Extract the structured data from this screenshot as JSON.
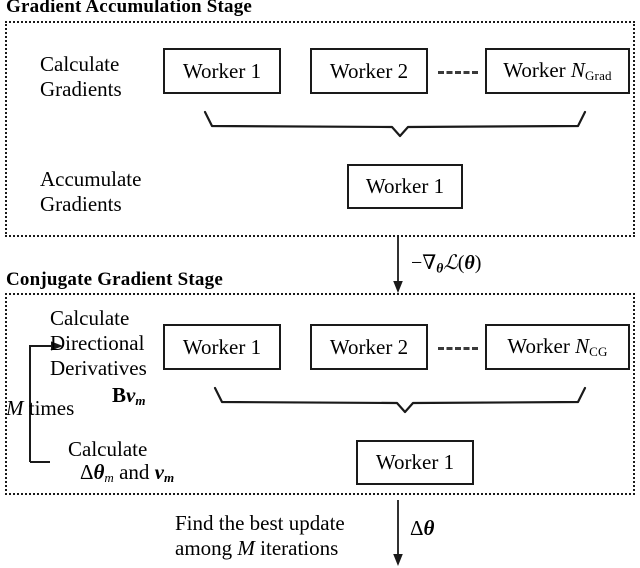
{
  "figure": {
    "type": "flow-diagram",
    "background": "#ffffff",
    "ink": "#1a1a1a"
  },
  "stages": [
    {
      "id": "gradient-accumulation",
      "title": "Gradient Accumulation Stage",
      "rows": [
        {
          "id": "calculate-gradients",
          "label_lines": [
            "Calculate",
            "Gradients"
          ],
          "workers": [
            {
              "name": "Worker 1"
            },
            {
              "name": "Worker 2"
            },
            {
              "name": "Worker",
              "sub_var": "N",
              "sub_text": "Grad"
            }
          ],
          "has_dashed_link": true
        },
        {
          "id": "accumulate-gradients",
          "label_lines": [
            "Accumulate",
            "Gradients"
          ],
          "workers": [
            {
              "name": "Worker 1"
            }
          ]
        }
      ]
    },
    {
      "id": "conjugate-gradient",
      "title": "Conjugate Gradient Stage",
      "rows": [
        {
          "id": "directional-derivatives",
          "label_lines": [
            "Calculate",
            "Directional",
            "Derivatives"
          ],
          "math_label": "Bv_m",
          "workers": [
            {
              "name": "Worker 1"
            },
            {
              "name": "Worker 2"
            },
            {
              "name": "Worker",
              "sub_var": "N",
              "sub_text": "CG"
            }
          ],
          "has_dashed_link": true
        },
        {
          "id": "calculate-update",
          "label_lines": [
            "Calculate"
          ],
          "math_label": "Δθ_m and v_m",
          "workers": [
            {
              "name": "Worker  1"
            }
          ]
        }
      ],
      "loop": {
        "label": "M times",
        "label_var": "M",
        "label_rest": " times"
      }
    }
  ],
  "connectors": [
    {
      "id": "gradient-arrow",
      "label": "−∇_θ L(θ)",
      "label_parts": {
        "minus": "−",
        "nabla": "∇",
        "sub": "θ",
        "script_l": "ℒ",
        "open": "(",
        "theta": "θ",
        "close": ")"
      }
    },
    {
      "id": "final-arrow",
      "label": "Δθ",
      "caption_lines": [
        "Find the best update",
        "among M iterations"
      ],
      "caption_var": "M"
    }
  ]
}
